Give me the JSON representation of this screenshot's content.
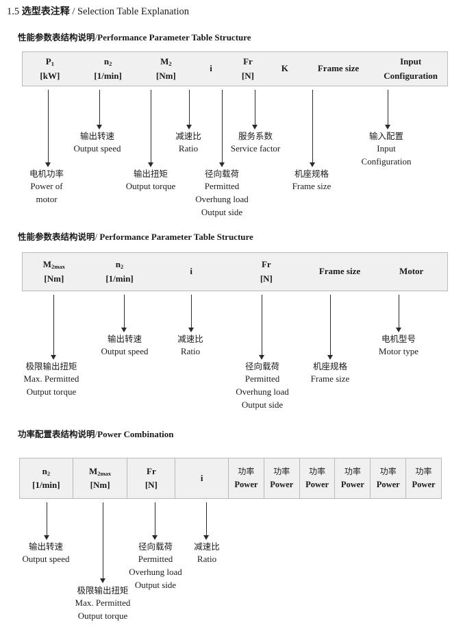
{
  "document": {
    "section_number": "1.5",
    "title_zh": "选型表注释",
    "separator": "/",
    "title_en": "Selection Table Explanation"
  },
  "sections": [
    {
      "id": "performance-parameter-1",
      "heading_zh": "性能参数表结构说明",
      "heading_sep": "/",
      "heading_en": "Performance Parameter Table Structure",
      "table": {
        "bordered": false,
        "columns": [
          {
            "symbol": "P",
            "sub": "1",
            "unit": "[kW]"
          },
          {
            "symbol": "n",
            "sub": "2",
            "unit": "[1/min]"
          },
          {
            "symbol": "M",
            "sub": "2",
            "unit": "[Nm]"
          },
          {
            "symbol": "i",
            "sub": "",
            "unit": ""
          },
          {
            "symbol": "Fr",
            "sub": "",
            "unit": "[N]"
          },
          {
            "symbol": "K",
            "sub": "",
            "unit": ""
          },
          {
            "symbol": "Frame size",
            "sub": "",
            "unit": ""
          },
          {
            "symbol": "Input",
            "sub": "",
            "unit": "Configuration"
          }
        ]
      },
      "annotations": [
        {
          "zh": "电机功率",
          "en": [
            "Power of",
            "motor"
          ]
        },
        {
          "zh": "输出转速",
          "en": [
            "Output speed"
          ]
        },
        {
          "zh": "输出扭矩",
          "en": [
            "Output torque"
          ]
        },
        {
          "zh": "减速比",
          "en": [
            "Ratio"
          ]
        },
        {
          "zh": "径向载荷",
          "en": [
            "Permitted",
            "Overhung load",
            "Output side"
          ]
        },
        {
          "zh": "服务系数",
          "en": [
            "Service factor"
          ]
        },
        {
          "zh": "机座规格",
          "en": [
            "Frame size"
          ]
        },
        {
          "zh": "输入配置",
          "en": [
            "Input",
            "Configuration"
          ]
        }
      ]
    },
    {
      "id": "performance-parameter-2",
      "heading_zh": "性能参数表结构说明",
      "heading_sep": "/",
      "heading_en": "Performance Parameter Table Structure",
      "table": {
        "bordered": false,
        "columns": [
          {
            "symbol": "M",
            "sub": "2max",
            "unit": "[Nm]"
          },
          {
            "symbol": "n",
            "sub": "2",
            "unit": "[1/min]"
          },
          {
            "symbol": "i",
            "sub": "",
            "unit": ""
          },
          {
            "symbol": "Fr",
            "sub": "",
            "unit": "[N]"
          },
          {
            "symbol": "Frame size",
            "sub": "",
            "unit": ""
          },
          {
            "symbol": "Motor",
            "sub": "",
            "unit": ""
          }
        ]
      },
      "annotations": [
        {
          "zh": "极限输出扭矩",
          "en": [
            "Max. Permitted",
            "Output  torque"
          ]
        },
        {
          "zh": "输出转速",
          "en": [
            "Output speed"
          ]
        },
        {
          "zh": "减速比",
          "en": [
            "Ratio"
          ]
        },
        {
          "zh": "径向载荷",
          "en": [
            "Permitted",
            "Overhung load",
            "Output side"
          ]
        },
        {
          "zh": "机座规格",
          "en": [
            "Frame size"
          ]
        },
        {
          "zh": "电机型号",
          "en": [
            "Motor type"
          ]
        }
      ]
    },
    {
      "id": "power-combination",
      "heading_zh": "功率配置表结构说明",
      "heading_sep": "/",
      "heading_en": "Power Combination",
      "table": {
        "bordered": true,
        "columns": [
          {
            "symbol": "n",
            "sub": "2",
            "unit": "[1/min]"
          },
          {
            "symbol": "M",
            "sub": "2max",
            "unit": "[Nm]"
          },
          {
            "symbol": "Fr",
            "sub": "",
            "unit": "[N]"
          },
          {
            "symbol": "i",
            "sub": "",
            "unit": ""
          },
          {
            "zh": "功率",
            "en": "Power"
          },
          {
            "zh": "功率",
            "en": "Power"
          },
          {
            "zh": "功率",
            "en": "Power"
          },
          {
            "zh": "功率",
            "en": "Power"
          },
          {
            "zh": "功率",
            "en": "Power"
          },
          {
            "zh": "功率",
            "en": "Power"
          }
        ]
      },
      "annotations": [
        {
          "zh": "输出转速",
          "en": [
            "Output speed"
          ]
        },
        {
          "zh": "极限输出扭矩",
          "en": [
            "Max. Permitted",
            "Output  torque"
          ]
        },
        {
          "zh": "径向载荷",
          "en": [
            "Permitted",
            "Overhung load",
            "Output side"
          ]
        },
        {
          "zh": "减速比",
          "en": [
            "Ratio"
          ]
        }
      ]
    }
  ],
  "colors": {
    "table_background": "#f0f0f0",
    "table_border": "#b9b9b9",
    "text": "#1a1a1a",
    "arrow": "#2b2b2b"
  }
}
